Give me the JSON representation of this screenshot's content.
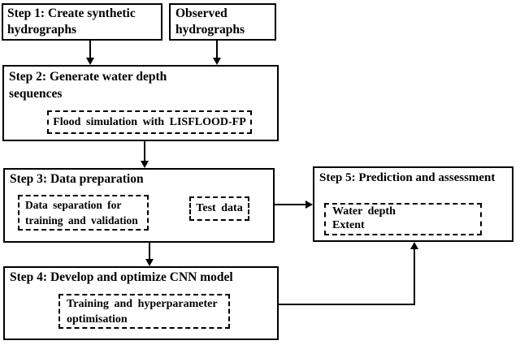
{
  "colors": {
    "line": "#000000",
    "background": "#ffffff",
    "text": "#000000"
  },
  "boxes": {
    "step1": {
      "lines": [
        "Step 1: Create synthetic",
        "hydrographs"
      ]
    },
    "observed": {
      "lines": [
        "Observed",
        "hydrographs"
      ]
    },
    "step2": {
      "lines": [
        "Step 2: Generate water depth",
        "sequences"
      ],
      "flood_simulation": "Flood simulation with LISFLOOD-FP"
    },
    "step3": {
      "title": "Step 3: Data preparation",
      "data_separation": [
        "Data separation for",
        "training and validation"
      ],
      "test_data": "Test data"
    },
    "step4": {
      "title": "Step 4: Develop and optimize CNN model",
      "training": [
        "Training and hyperparameter",
        "optimisation"
      ]
    },
    "step5": {
      "title": "Step 5: Prediction and assessment",
      "outputs": [
        "Water depth",
        "Extent"
      ]
    }
  },
  "connectors": [
    {
      "from": "step1",
      "to": "step2"
    },
    {
      "from": "observed-hydrographs",
      "to": "step2"
    },
    {
      "from": "step2",
      "to": "step3"
    },
    {
      "from": "step3",
      "to": "step4"
    },
    {
      "from": "step3",
      "to": "step5"
    },
    {
      "from": "step4",
      "to": "step5"
    }
  ]
}
